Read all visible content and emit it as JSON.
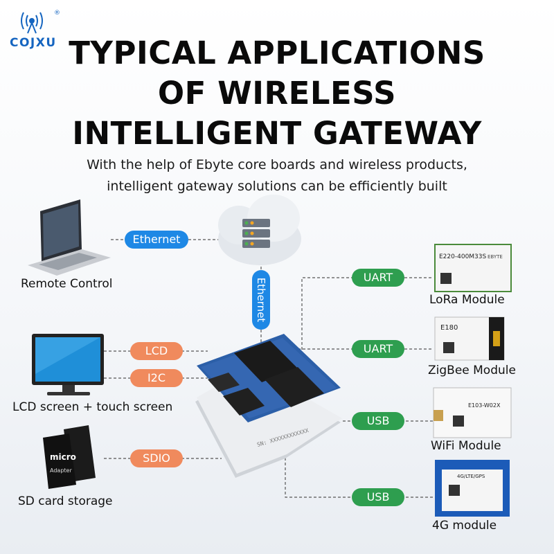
{
  "brand": {
    "name": "COJXU",
    "registered": "®"
  },
  "title": {
    "line1": "TYPICAL APPLICATIONS",
    "line2": "OF WIRELESS",
    "line3": "INTELLIGENT GATEWAY"
  },
  "subtitle": {
    "line1": "With the help of Ebyte core boards and wireless products,",
    "line2": "intelligent gateway solutions can be efficiently built"
  },
  "devices": {
    "remote_control": "Remote Control",
    "lcd_screen": "LCD screen + touch screen",
    "sd_card": "SD card storage",
    "lora": "LoRa Module",
    "zigbee": "ZigBee Module",
    "wifi": "WiFi Module",
    "fourg": "4G module"
  },
  "links": {
    "ethernet_h": "Ethernet",
    "ethernet_v": "Ethernet",
    "lcd": "LCD",
    "i2c": "I2C",
    "sdio": "SDIO",
    "uart1": "UART",
    "uart2": "UART",
    "usb1": "USB",
    "usb2": "USB"
  },
  "module_text": {
    "lora_model": "E220-400M33S",
    "lora_brand": "EBYTE",
    "zigbee_model": "E180",
    "wifi_model": "E103-W02X",
    "fourg_model": "4G/LTE/GPS",
    "sd_micro": "micro",
    "sd_adapter": "Adapter",
    "board_sn": "SN: XXXXXXXXXXXX"
  },
  "colors": {
    "blue": "#1e88e5",
    "orange": "#f08a5d",
    "green": "#2e9e4f",
    "brand": "#1565c0"
  }
}
